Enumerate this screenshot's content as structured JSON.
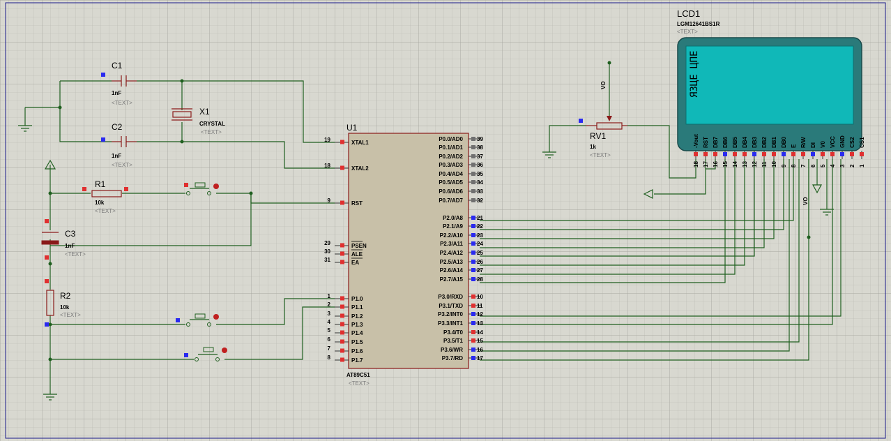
{
  "components": {
    "c1": {
      "ref": "C1",
      "value": "1nF",
      "text": "<TEXT>"
    },
    "c2": {
      "ref": "C2",
      "value": "1nF",
      "text": "<TEXT>"
    },
    "x1": {
      "ref": "X1",
      "value": "CRYSTAL",
      "text": "<TEXT>"
    },
    "r1": {
      "ref": "R1",
      "value": "10k",
      "text": "<TEXT>"
    },
    "c3": {
      "ref": "C3",
      "value": "1nF",
      "text": "<TEXT>"
    },
    "r2": {
      "ref": "R2",
      "value": "10k",
      "text": "<TEXT>"
    },
    "u1": {
      "ref": "U1",
      "value": "AT89C51",
      "text": "<TEXT>"
    },
    "rv1": {
      "ref": "RV1",
      "value": "1k",
      "text": "<TEXT>"
    },
    "lcd1": {
      "ref": "LCD1",
      "value": "LGM12641BS1R",
      "text": "<TEXT>"
    }
  },
  "u1_pins_left": [
    {
      "num": "19",
      "name": "XTAL1"
    },
    {
      "num": "18",
      "name": "XTAL2"
    },
    {
      "num": "9",
      "name": "RST"
    },
    {
      "num": "29",
      "name": "PSEN"
    },
    {
      "num": "30",
      "name": "ALE"
    },
    {
      "num": "31",
      "name": "EA"
    },
    {
      "num": "1",
      "name": "P1.0"
    },
    {
      "num": "2",
      "name": "P1.1"
    },
    {
      "num": "3",
      "name": "P1.2"
    },
    {
      "num": "4",
      "name": "P1.3"
    },
    {
      "num": "5",
      "name": "P1.4"
    },
    {
      "num": "6",
      "name": "P1.5"
    },
    {
      "num": "7",
      "name": "P1.6"
    },
    {
      "num": "8",
      "name": "P1.7"
    }
  ],
  "u1_pins_right": [
    {
      "num": "39",
      "name": "P0.0/AD0"
    },
    {
      "num": "38",
      "name": "P0.1/AD1"
    },
    {
      "num": "37",
      "name": "P0.2/AD2"
    },
    {
      "num": "36",
      "name": "P0.3/AD3"
    },
    {
      "num": "35",
      "name": "P0.4/AD4"
    },
    {
      "num": "34",
      "name": "P0.5/AD5"
    },
    {
      "num": "33",
      "name": "P0.6/AD6"
    },
    {
      "num": "32",
      "name": "P0.7/AD7"
    },
    {
      "num": "21",
      "name": "P2.0/A8"
    },
    {
      "num": "22",
      "name": "P2.1/A9"
    },
    {
      "num": "23",
      "name": "P2.2/A10"
    },
    {
      "num": "24",
      "name": "P2.3/A11"
    },
    {
      "num": "25",
      "name": "P2.4/A12"
    },
    {
      "num": "26",
      "name": "P2.5/A13"
    },
    {
      "num": "27",
      "name": "P2.6/A14"
    },
    {
      "num": "28",
      "name": "P2.7/A15"
    },
    {
      "num": "10",
      "name": "P3.0/RXD"
    },
    {
      "num": "11",
      "name": "P3.1/TXD"
    },
    {
      "num": "12",
      "name": "P3.2/INT0"
    },
    {
      "num": "13",
      "name": "P3.3/INT1"
    },
    {
      "num": "14",
      "name": "P3.4/T0"
    },
    {
      "num": "15",
      "name": "P3.5/T1"
    },
    {
      "num": "16",
      "name": "P3.6/WR"
    },
    {
      "num": "17",
      "name": "P3.7/RD"
    }
  ],
  "lcd_pins": [
    {
      "num": "18",
      "name": "-Vout"
    },
    {
      "num": "17",
      "name": "RST"
    },
    {
      "num": "16",
      "name": "DB7"
    },
    {
      "num": "15",
      "name": "DB6"
    },
    {
      "num": "14",
      "name": "DB5"
    },
    {
      "num": "13",
      "name": "DB4"
    },
    {
      "num": "12",
      "name": "DB3"
    },
    {
      "num": "11",
      "name": "DB2"
    },
    {
      "num": "10",
      "name": "DB1"
    },
    {
      "num": "9",
      "name": "DB0"
    },
    {
      "num": "8",
      "name": "E"
    },
    {
      "num": "7",
      "name": "R/W"
    },
    {
      "num": "6",
      "name": "DI"
    },
    {
      "num": "5",
      "name": "V0"
    },
    {
      "num": "4",
      "name": "VCC"
    },
    {
      "num": "3",
      "name": "GND"
    },
    {
      "num": "2",
      "name": "CS2"
    },
    {
      "num": "1",
      "name": "CS1"
    }
  ],
  "net_labels": {
    "vo_pot": "VO",
    "vo_lcd": "VO"
  },
  "lcd_screen_text": "ЯЗЦЕ ЦПЕ",
  "colors": {
    "wire": "#1f5f1f",
    "part": "#8a1a1a",
    "chip_fill": "#c8c0a8",
    "lcd_frame": "#2a7a7a",
    "lcd_screen": "#10b8b8"
  }
}
